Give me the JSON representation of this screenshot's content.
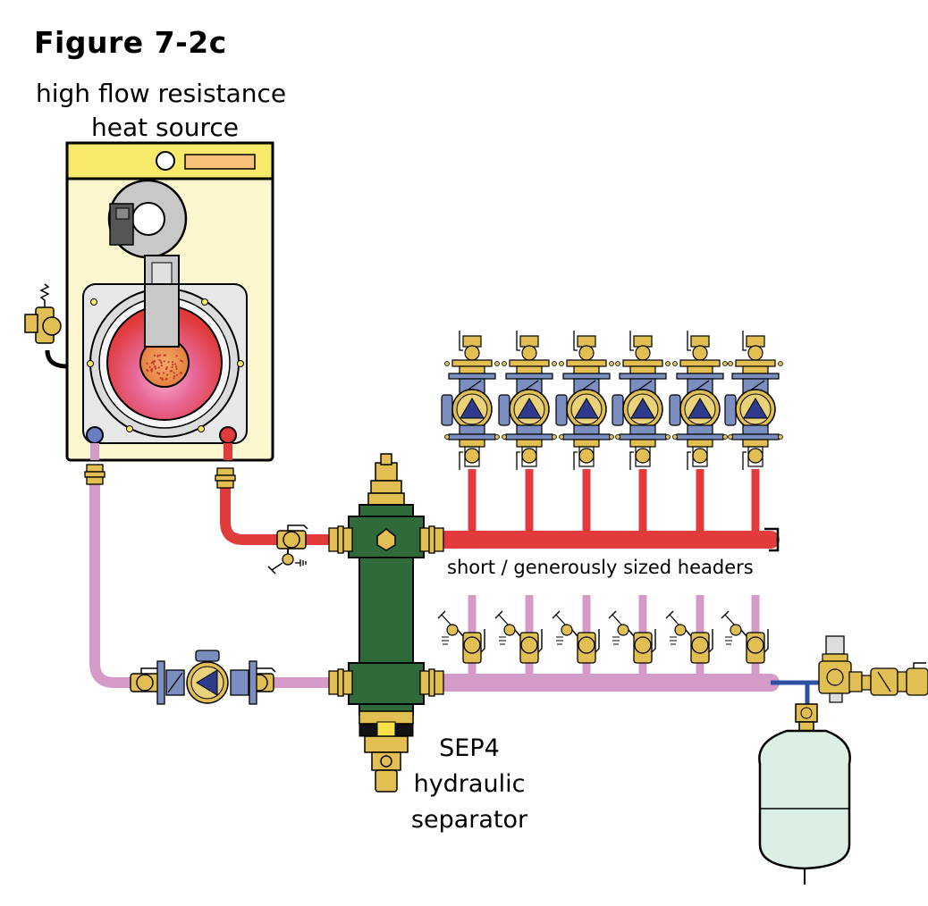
{
  "figure_title": "Figure 7-2c",
  "heat_source_label_line1": "high flow resistance",
  "heat_source_label_line2": "heat source",
  "headers_label": "short / generously sized headers",
  "separator_label_line1": "SEP4",
  "separator_label_line2": "hydraulic",
  "separator_label_line3": "separator",
  "zone_circuit_count": 6,
  "colors": {
    "supply_pipe": "#e23b3b",
    "return_pipe": "#d49ac8",
    "boiler_body": "#fdf7d0",
    "boiler_top": "#f7ea6a",
    "separator_body": "#2f6b3a",
    "brass": "#e2bf52",
    "pump_blue": "#7a8fc0",
    "pump_triangle": "#2e3a8c",
    "expansion_tank": "#dcefe4",
    "makeup_line": "#2d4fa0",
    "combustion_red": "#e03a3a"
  }
}
